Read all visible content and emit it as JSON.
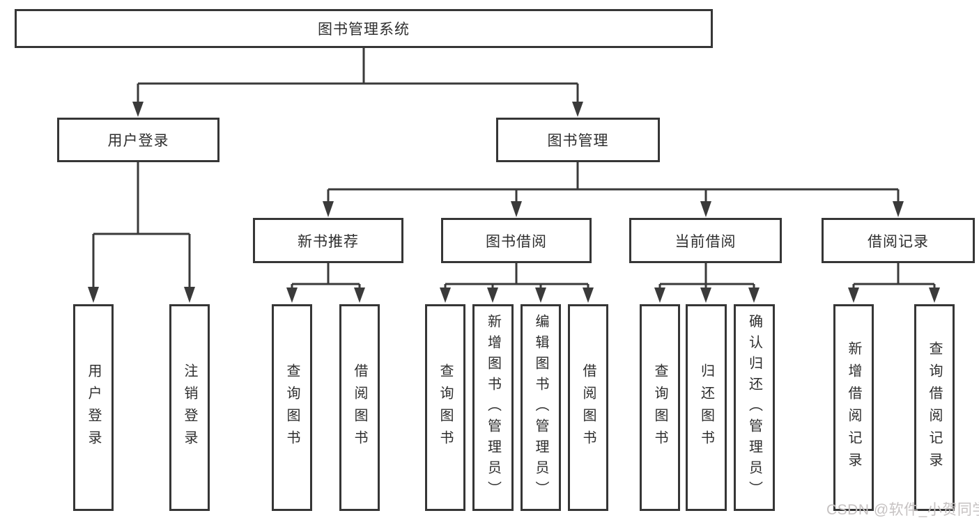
{
  "tree": {
    "root": {
      "label": "图书管理系统",
      "children": [
        {
          "label": "用户登录",
          "children": [
            {
              "label": "用户登录"
            },
            {
              "label": "注销登录"
            }
          ]
        },
        {
          "label": "图书管理",
          "children": [
            {
              "label": "新书推荐",
              "children": [
                {
                  "label": "查询图书"
                },
                {
                  "label": "借阅图书"
                }
              ]
            },
            {
              "label": "图书借阅",
              "children": [
                {
                  "label": "查询图书"
                },
                {
                  "label": "新增图书（管理员）"
                },
                {
                  "label": "编辑图书（管理员）"
                },
                {
                  "label": "借阅图书"
                }
              ]
            },
            {
              "label": "当前借阅",
              "children": [
                {
                  "label": "查询图书"
                },
                {
                  "label": "归还图书"
                },
                {
                  "label": "确认归还（管理员）"
                }
              ]
            },
            {
              "label": "借阅记录",
              "children": [
                {
                  "label": "新增借阅记录"
                },
                {
                  "label": "查询借阅记录"
                }
              ]
            }
          ]
        }
      ]
    }
  },
  "watermark": {
    "text": "CSDN @软件_小贺同学"
  },
  "colors": {
    "line": "#3a3a3a",
    "border": "#363636",
    "fill": "#ffffff",
    "text": "#2e2e2e",
    "watermark": "#c6c2c2"
  }
}
